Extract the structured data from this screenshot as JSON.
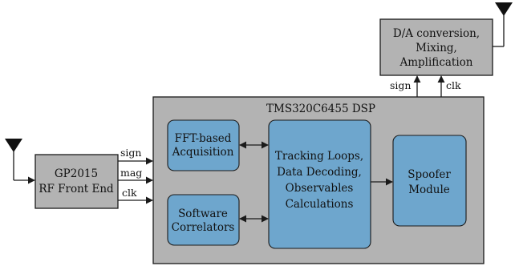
{
  "dsp": {
    "title": "TMS320C6455 DSP"
  },
  "frontend": {
    "line1": "GP2015",
    "line2": "RF Front End"
  },
  "da": {
    "line1": "D/A conversion,",
    "line2": "Mixing,",
    "line3": "Amplification"
  },
  "fft": {
    "line1": "FFT-based",
    "line2": "Acquisition"
  },
  "correlators": {
    "line1": "Software",
    "line2": "Correlators"
  },
  "tracking": {
    "line1": "Tracking Loops,",
    "line2": "Data Decoding,",
    "line3": "Observables",
    "line4": "Calculations"
  },
  "spoofer": {
    "line1": "Spoofer",
    "line2": "Module"
  },
  "signals": {
    "sign": "sign",
    "mag": "mag",
    "clk": "clk"
  },
  "colors": {
    "gray_box": "#b3b3b3",
    "blue_box": "#6ea6cd",
    "stroke": "#1a1a1a"
  },
  "icons": {
    "left_antenna": "antenna-icon",
    "right_antenna": "antenna-icon"
  }
}
